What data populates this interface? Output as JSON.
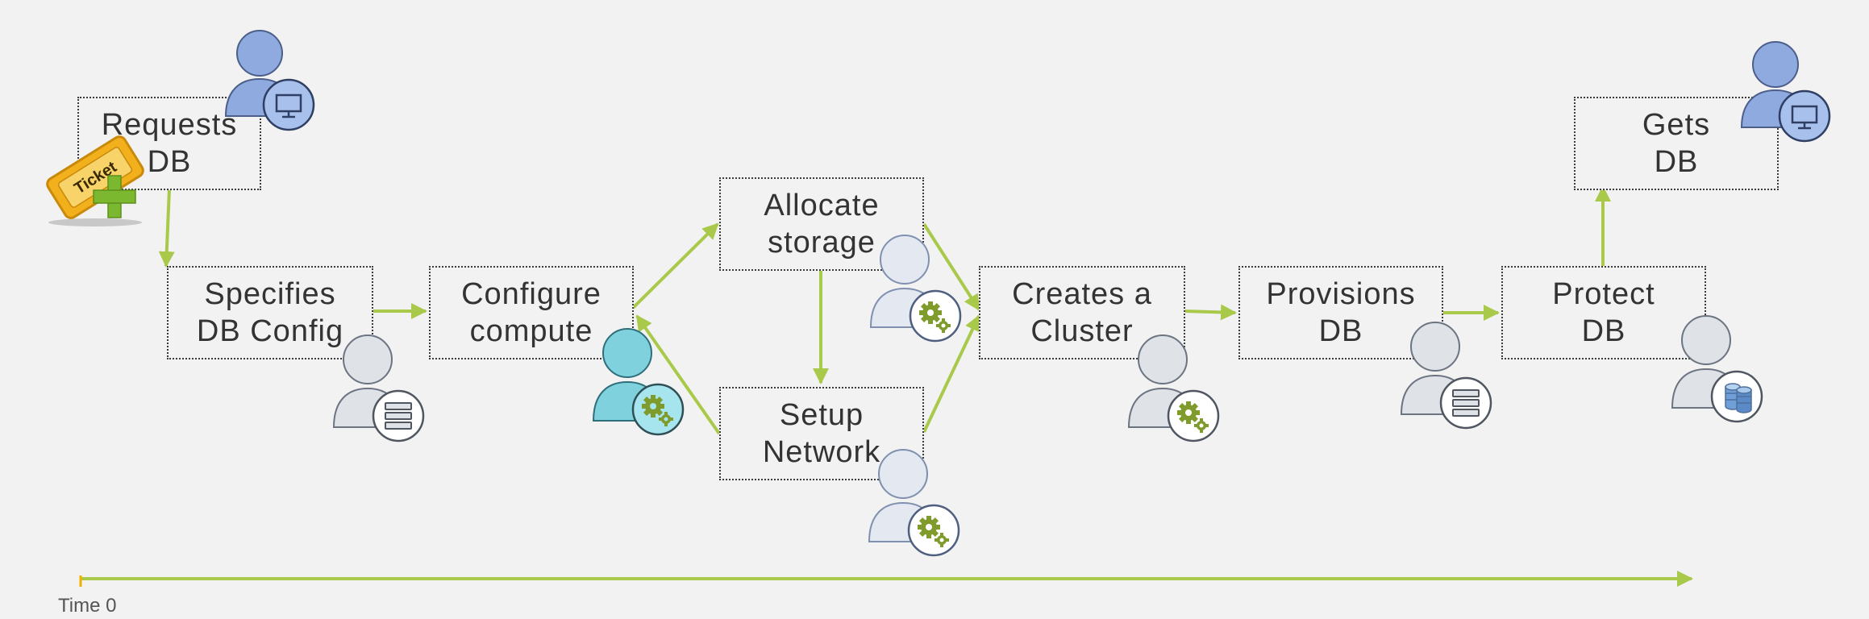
{
  "colors": {
    "arrow": "#a9c94a",
    "person_blue": "#8faadf",
    "person_teal": "#7fd1de",
    "person_grey": "#dfe3e8",
    "person_light": "#e4e8f0",
    "gear": "#7f9b2b",
    "badge_blue": "#a8c0ec",
    "ticket": "#f3b01d",
    "plus": "#7cb82f"
  },
  "steps": {
    "requests_db": [
      "Requests",
      "DB"
    ],
    "specifies_db_config": [
      "Specifies",
      "DB Config"
    ],
    "configure_compute": [
      "Configure",
      "compute"
    ],
    "allocate_storage": [
      "Allocate",
      "storage"
    ],
    "setup_network": [
      "Setup",
      "Network"
    ],
    "creates_cluster": [
      "Creates a",
      "Cluster"
    ],
    "provisions_db": [
      "Provisions",
      "DB"
    ],
    "protect_db": [
      "Protect",
      "DB"
    ],
    "gets_db": [
      "Gets",
      "DB"
    ]
  },
  "ticket_label": "Ticket",
  "timeline": {
    "label": "Time 0"
  },
  "icons": {
    "requester": "user-monitor-icon",
    "dba": "user-database-icon",
    "sysadmin": "user-gear-icon",
    "backup": "user-database-stack-icon",
    "ticket": "ticket-plus-icon"
  }
}
